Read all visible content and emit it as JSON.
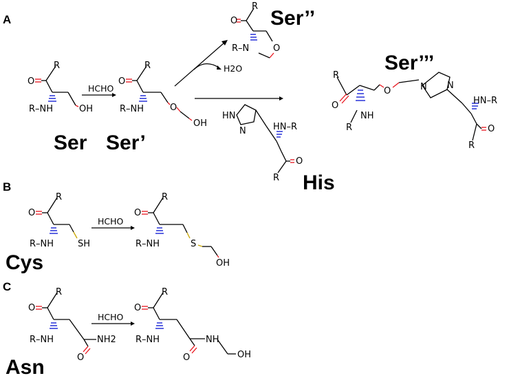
{
  "panels": {
    "a": "A",
    "b": "B",
    "c": "C"
  },
  "labels": {
    "ser": "Ser",
    "ser_prime": "Ser’",
    "ser_dprime": "Ser’’",
    "ser_tprime": "Ser’’’",
    "his": "His",
    "cys": "Cys",
    "asn": "Asn"
  },
  "reagents": {
    "a": "HCHO",
    "b": "HCHO",
    "c": "HCHO",
    "water": "H2O"
  },
  "atoms": {
    "R": "R",
    "O": "O",
    "N": "N",
    "NH": "NH",
    "HN": "HN",
    "R_NH": "R–NH",
    "HN_R": "HN–R",
    "R_N": "R–N",
    "OH": "OH",
    "SH": "SH",
    "S": "S",
    "NH2": "NH2"
  }
}
